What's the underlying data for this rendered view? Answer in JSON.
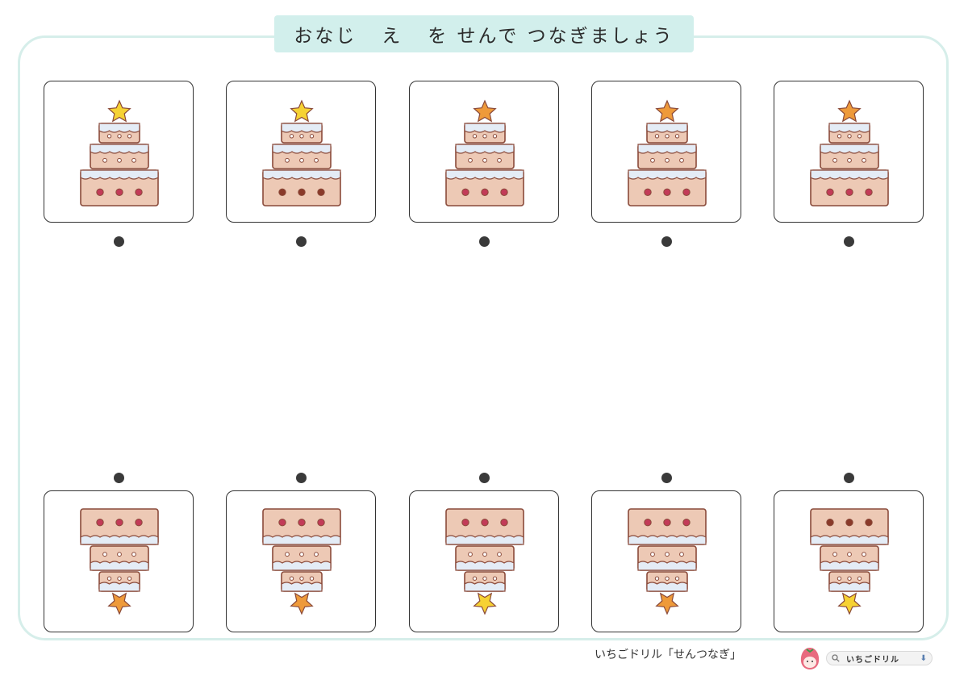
{
  "title": {
    "part1": "おなじ",
    "part2": "え",
    "part3": "を せんで つなぎましょう"
  },
  "top_row": [
    {
      "star": "#f6d233",
      "dot_color": "#c23b58"
    },
    {
      "star": "#f6d233",
      "dot_color": "#8a3a2a"
    },
    {
      "star": "#ee9a3a",
      "dot_color": "#c23b58"
    },
    {
      "star": "#ee9a3a",
      "dot_color": "#c23b58"
    },
    {
      "star": "#ee9a3a",
      "dot_color": "#c23b58"
    }
  ],
  "bottom_row": [
    {
      "star": "#ee9a3a",
      "dot_color": "#c23b58"
    },
    {
      "star": "#ee9a3a",
      "dot_color": "#c23b58"
    },
    {
      "star": "#f6d233",
      "dot_color": "#c23b58"
    },
    {
      "star": "#ee9a3a",
      "dot_color": "#c23b58"
    },
    {
      "star": "#f6d233",
      "dot_color": "#8a3a2a"
    }
  ],
  "footer": {
    "caption": "いちごドリル「せんつなぎ」",
    "brand_label": "いちごドリル"
  },
  "colors": {
    "title_band": "#d2efec",
    "frame": "#d6eeea",
    "cake": "#edc9b5",
    "frosting": "#e4ecf6",
    "outline": "#8a4a3a"
  },
  "icons": [
    "cake-icon",
    "star-icon",
    "search-icon",
    "download-arrow-icon",
    "strawberry-mascot-icon"
  ]
}
